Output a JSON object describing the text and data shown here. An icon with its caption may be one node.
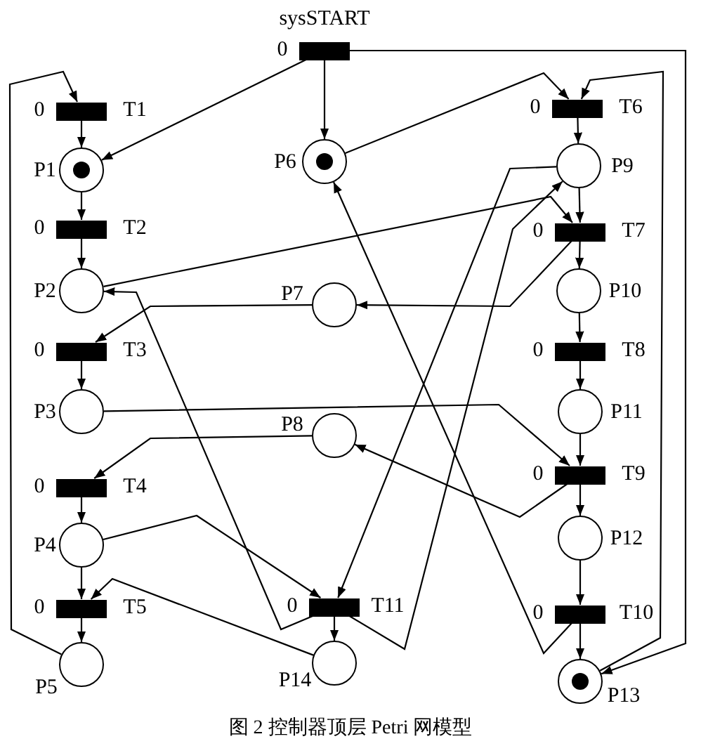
{
  "diagram": {
    "caption": "图 2 控制器顶层 Petri 网模型",
    "nodes": [
      {
        "text": [
          "sysSTART"
        ],
        "beside": [
          "0"
        ]
      },
      {
        "text": [
          "T1"
        ],
        "beside": [
          "0"
        ]
      },
      {
        "text": [
          "P1"
        ]
      },
      {
        "text": [
          "T2"
        ],
        "beside": [
          "0"
        ]
      },
      {
        "text": [
          "P2"
        ]
      },
      {
        "text": [
          "T3"
        ],
        "beside": [
          "0"
        ]
      },
      {
        "text": [
          "P3"
        ]
      },
      {
        "text": [
          "T4"
        ],
        "beside": [
          "0"
        ]
      },
      {
        "text": [
          "P4"
        ]
      },
      {
        "text": [
          "T5"
        ],
        "beside": [
          "0"
        ]
      },
      {
        "text": [
          "P5"
        ]
      },
      {
        "text": [
          "P6"
        ]
      },
      {
        "text": [
          "P7"
        ]
      },
      {
        "text": [
          "P8"
        ]
      },
      {
        "text": [
          "T11"
        ],
        "beside": [
          "0"
        ]
      },
      {
        "text": [
          "P14"
        ]
      },
      {
        "text": [
          "T6"
        ],
        "beside": [
          "0"
        ]
      },
      {
        "text": [
          "P9"
        ]
      },
      {
        "text": [
          "T7"
        ],
        "beside": [
          "0"
        ]
      },
      {
        "text": [
          "P10"
        ]
      },
      {
        "text": [
          "T8"
        ],
        "beside": [
          "0"
        ]
      },
      {
        "text": [
          "P11"
        ]
      },
      {
        "text": [
          "T9"
        ],
        "beside": [
          "0"
        ]
      },
      {
        "text": [
          "P12"
        ]
      },
      {
        "text": [
          "T10"
        ],
        "beside": [
          "0"
        ]
      },
      {
        "text": [
          "P13"
        ]
      }
    ],
    "edges": [
      {
        "from": 0,
        "to": 2,
        "arrow": "to"
      },
      {
        "from": 0,
        "to": 11,
        "arrow": "to"
      },
      {
        "from": 0,
        "to": 25,
        "arrow": "to"
      },
      {
        "from": 10,
        "to": 1,
        "arrow": "to"
      },
      {
        "from": 1,
        "to": 2,
        "arrow": "to"
      },
      {
        "from": 2,
        "to": 3,
        "arrow": "to"
      },
      {
        "from": 3,
        "to": 4,
        "arrow": "to"
      },
      {
        "from": 12,
        "to": 5,
        "arrow": "to"
      },
      {
        "from": 5,
        "to": 6,
        "arrow": "to"
      },
      {
        "from": 6,
        "to": 22,
        "arrow": "to"
      },
      {
        "from": 22,
        "to": 13,
        "arrow": "to"
      },
      {
        "from": 13,
        "to": 7,
        "arrow": "to"
      },
      {
        "from": 7,
        "to": 8,
        "arrow": "to"
      },
      {
        "from": 8,
        "to": 9,
        "arrow": "to"
      },
      {
        "from": 9,
        "to": 10,
        "arrow": "to"
      },
      {
        "from": 8,
        "to": 14,
        "arrow": "to"
      },
      {
        "from": 15,
        "to": 9,
        "arrow": "to"
      },
      {
        "from": 14,
        "to": 15,
        "arrow": "to"
      },
      {
        "from": 14,
        "to": 4,
        "arrow": "to"
      },
      {
        "from": 24,
        "to": 11,
        "arrow": "to"
      },
      {
        "from": 11,
        "to": 16,
        "arrow": "to"
      },
      {
        "from": 25,
        "to": 16,
        "arrow": "to"
      },
      {
        "from": 16,
        "to": 17,
        "arrow": "to"
      },
      {
        "from": 17,
        "to": 18,
        "arrow": "to"
      },
      {
        "from": 18,
        "to": 19,
        "arrow": "to"
      },
      {
        "from": 19,
        "to": 20,
        "arrow": "to"
      },
      {
        "from": 20,
        "to": 21,
        "arrow": "to"
      },
      {
        "from": 21,
        "to": 22,
        "arrow": "to"
      },
      {
        "from": 22,
        "to": 23,
        "arrow": "to"
      },
      {
        "from": 23,
        "to": 24,
        "arrow": "to"
      },
      {
        "from": 24,
        "to": 25,
        "arrow": "to"
      },
      {
        "from": 17,
        "to": 14,
        "arrow": "to"
      },
      {
        "from": 14,
        "to": 17,
        "arrow": "to"
      },
      {
        "from": 4,
        "to": 18,
        "arrow": "to"
      },
      {
        "from": 18,
        "to": 12,
        "arrow": "to"
      }
    ]
  }
}
